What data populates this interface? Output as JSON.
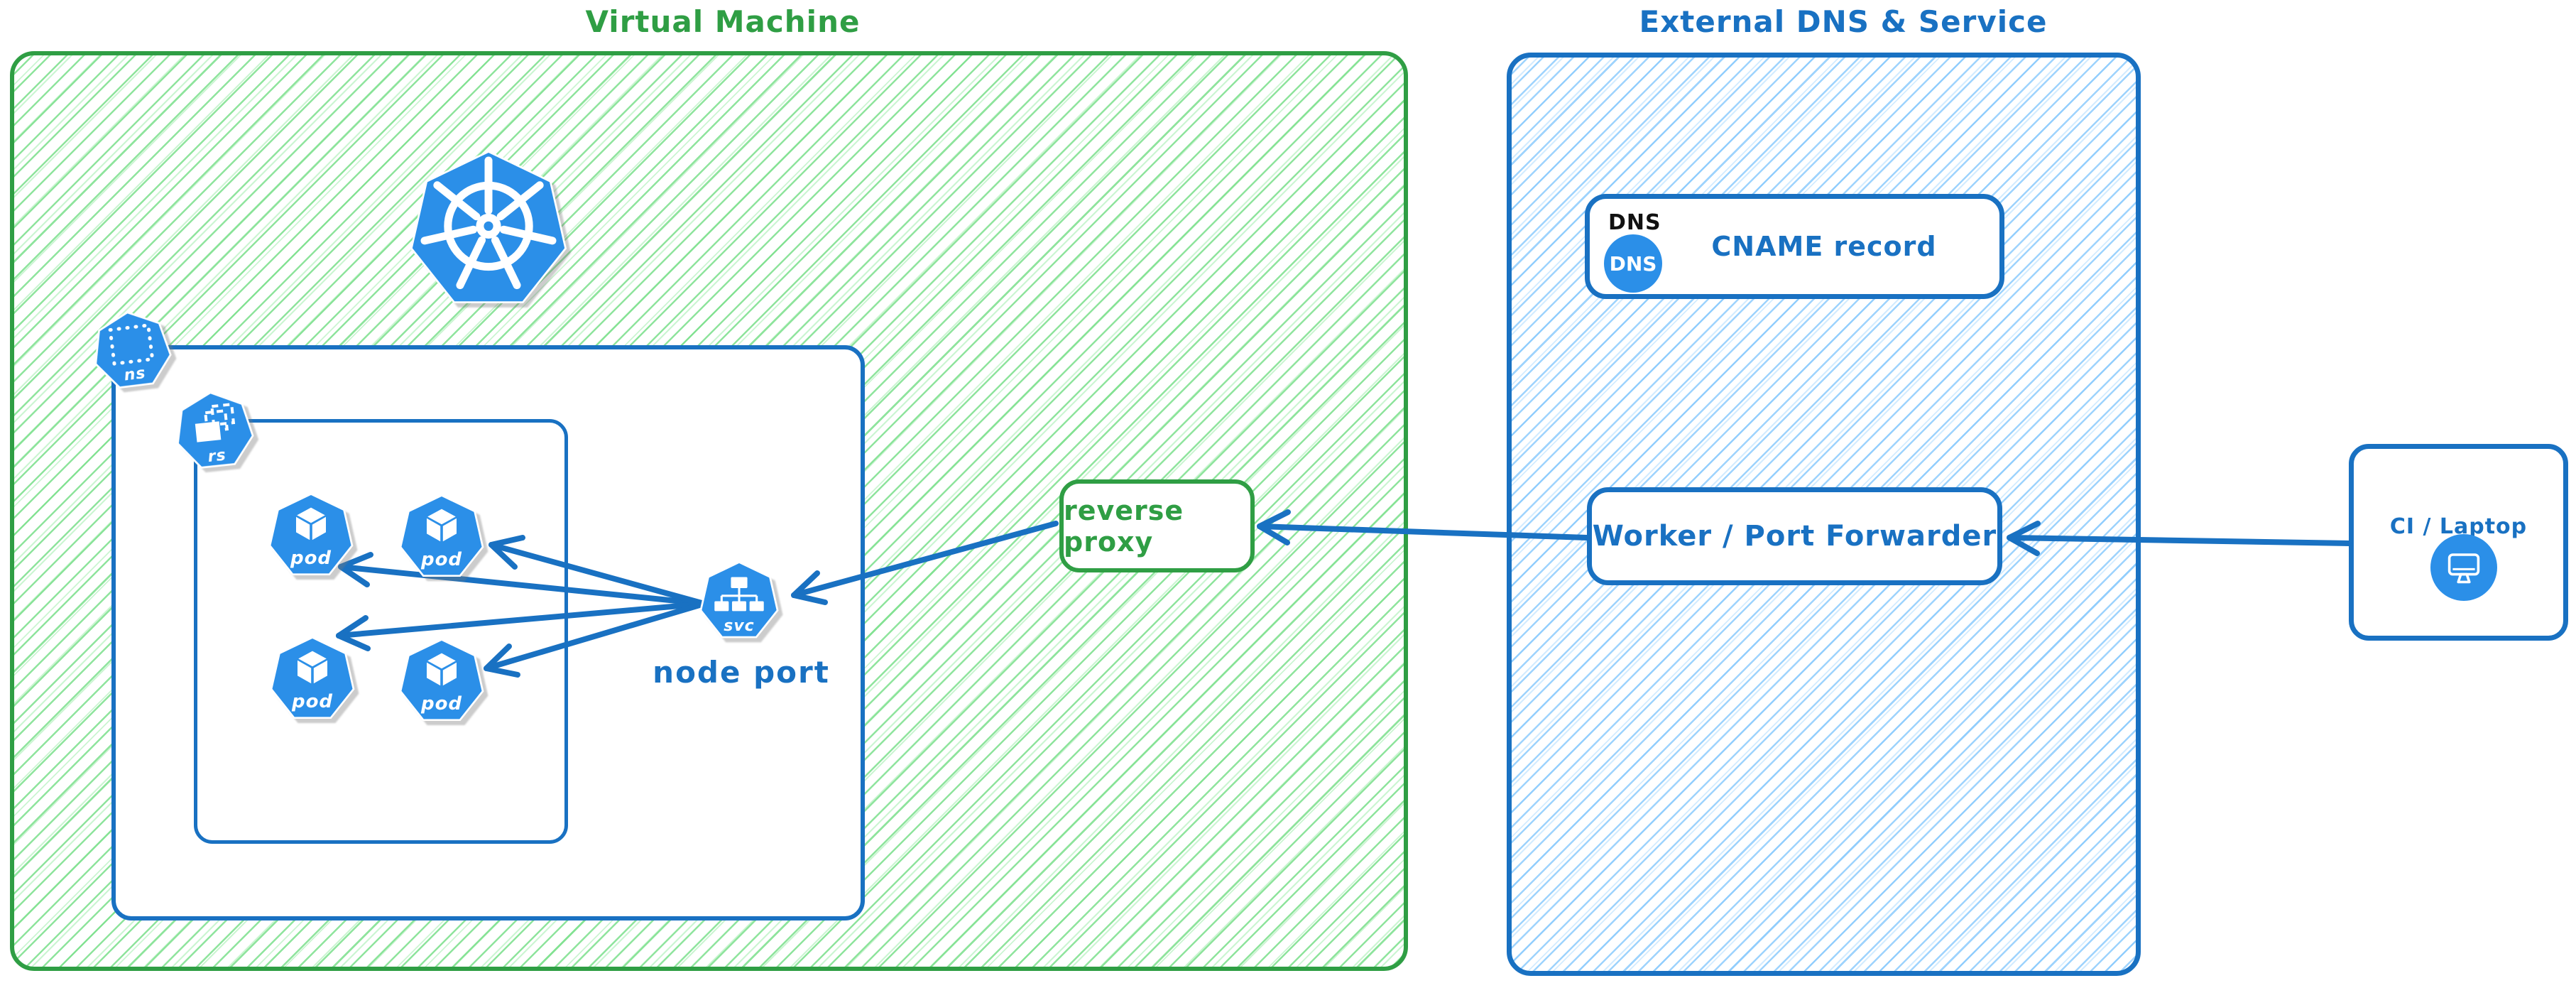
{
  "diagram": {
    "vm": {
      "title": "Virtual Machine",
      "namespace_label": "ns",
      "replicaset_label": "rs",
      "pod_label": "pod",
      "service_label": "svc",
      "node_port_label": "node port"
    },
    "reverse_proxy": {
      "label": "reverse proxy"
    },
    "external": {
      "title": "External DNS & Service",
      "dns_card": {
        "header": "DNS",
        "badge": "DNS",
        "record": "CNAME record"
      },
      "worker": {
        "label": "Worker / Port Forwarder"
      }
    },
    "client": {
      "label": "CI / Laptop"
    },
    "icons": [
      "kubernetes-logo-icon",
      "namespace-icon",
      "replicaset-icon",
      "pod-icon",
      "service-icon",
      "dns-badge-icon",
      "monitor-icon"
    ],
    "colors": {
      "green": "#2f9e44",
      "green_hatch": "#8ce99a",
      "blue": "#1971c2",
      "blue_hatch": "#a5d8ff",
      "icon_blue": "#2b8fe8",
      "text_black": "#111111"
    }
  }
}
